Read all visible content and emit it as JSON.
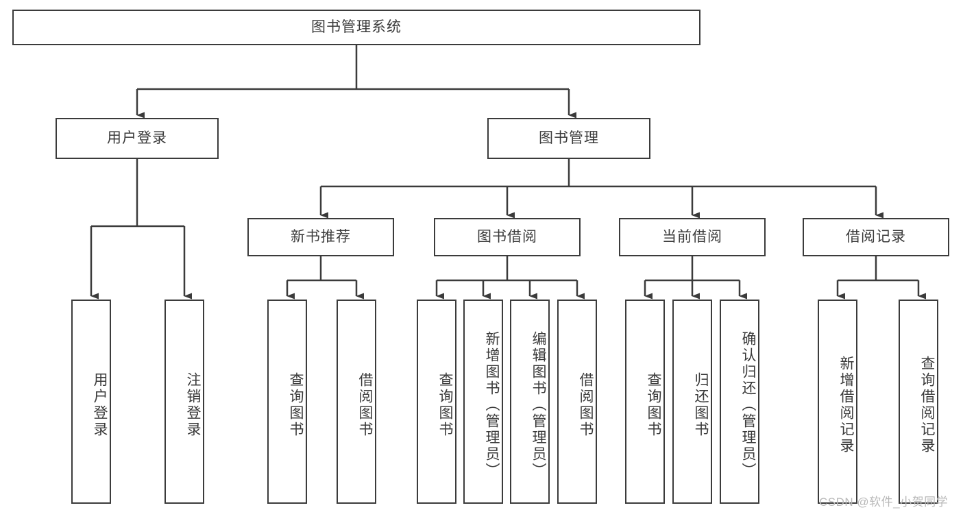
{
  "diagram": {
    "title_node": {
      "label": "图书管理系统"
    },
    "level2": [
      {
        "id": "user-login",
        "label": "用户登录"
      },
      {
        "id": "book-management",
        "label": "图书管理"
      }
    ],
    "level3": [
      {
        "id": "new-book-recommend",
        "label": "新书推荐"
      },
      {
        "id": "book-borrow",
        "label": "图书借阅"
      },
      {
        "id": "current-borrow",
        "label": "当前借阅"
      },
      {
        "id": "borrow-record",
        "label": "借阅记录"
      }
    ],
    "leaves": [
      {
        "id": "leaf-user-login",
        "label": "用户登录",
        "parent": "user-login"
      },
      {
        "id": "leaf-logout-login",
        "label": "注销登录",
        "parent": "user-login"
      },
      {
        "id": "leaf-query-book-1",
        "label": "查询图书",
        "parent": "new-book-recommend"
      },
      {
        "id": "leaf-borrow-book-1",
        "label": "借阅图书",
        "parent": "new-book-recommend"
      },
      {
        "id": "leaf-query-book-2",
        "label": "查询图书",
        "parent": "book-borrow"
      },
      {
        "id": "leaf-add-book",
        "label": "新增图书（管理员）",
        "parent": "book-borrow"
      },
      {
        "id": "leaf-edit-book",
        "label": "编辑图书（管理员）",
        "parent": "book-borrow"
      },
      {
        "id": "leaf-borrow-book-2",
        "label": "借阅图书",
        "parent": "book-borrow"
      },
      {
        "id": "leaf-query-book-3",
        "label": "查询图书",
        "parent": "current-borrow"
      },
      {
        "id": "leaf-return-book",
        "label": "归还图书",
        "parent": "current-borrow"
      },
      {
        "id": "leaf-confirm-return",
        "label": "确认归还（管理员）",
        "parent": "current-borrow"
      },
      {
        "id": "leaf-add-record",
        "label": "新增借阅记录",
        "parent": "borrow-record"
      },
      {
        "id": "leaf-query-record",
        "label": "查询借阅记录",
        "parent": "borrow-record"
      }
    ],
    "watermark": "CSDN @软件_小贺同学",
    "colors": {
      "stroke": "#3b3b3b",
      "text": "#3a3a3a",
      "background": "#ffffff",
      "watermark": "#b9b9b9"
    }
  }
}
